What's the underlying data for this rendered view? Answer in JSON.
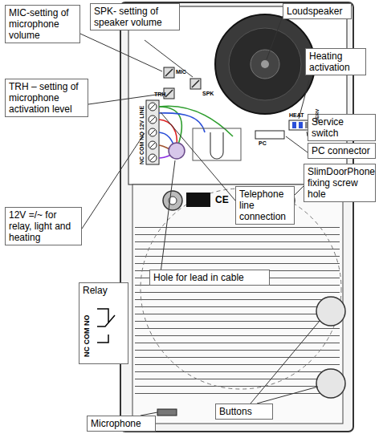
{
  "diagram": {
    "nodes": [
      {
        "text": [
          "MIC-setting of microphone volume"
        ]
      },
      {
        "text": [
          "SPK- setting of speaker volume"
        ]
      },
      {
        "text": [
          "Loudspeaker"
        ]
      },
      {
        "text": [
          "Heating activation"
        ]
      },
      {
        "text": [
          "TRH – setting of microphone activation level"
        ]
      },
      {
        "text": [
          "Service switch"
        ]
      },
      {
        "text": [
          "PC connector"
        ]
      },
      {
        "text": [
          "12V =/~ for relay, light and heating"
        ]
      },
      {
        "text": [
          "Telephone line connection"
        ]
      },
      {
        "text": [
          "SlimDoorPhone fixing screw hole"
        ]
      },
      {
        "text": [
          "Hole for lead in cable"
        ]
      },
      {
        "text": [
          "Relay",
          "NC COM NO"
        ]
      },
      {
        "text": [
          "Microphone"
        ]
      },
      {
        "text": [
          "Buttons"
        ]
      }
    ],
    "labels": [
      "MIC",
      "TRH",
      "SPK",
      "NC COM NO 12V LINE",
      "HEAT",
      "SERV",
      "PC",
      "CE"
    ]
  }
}
